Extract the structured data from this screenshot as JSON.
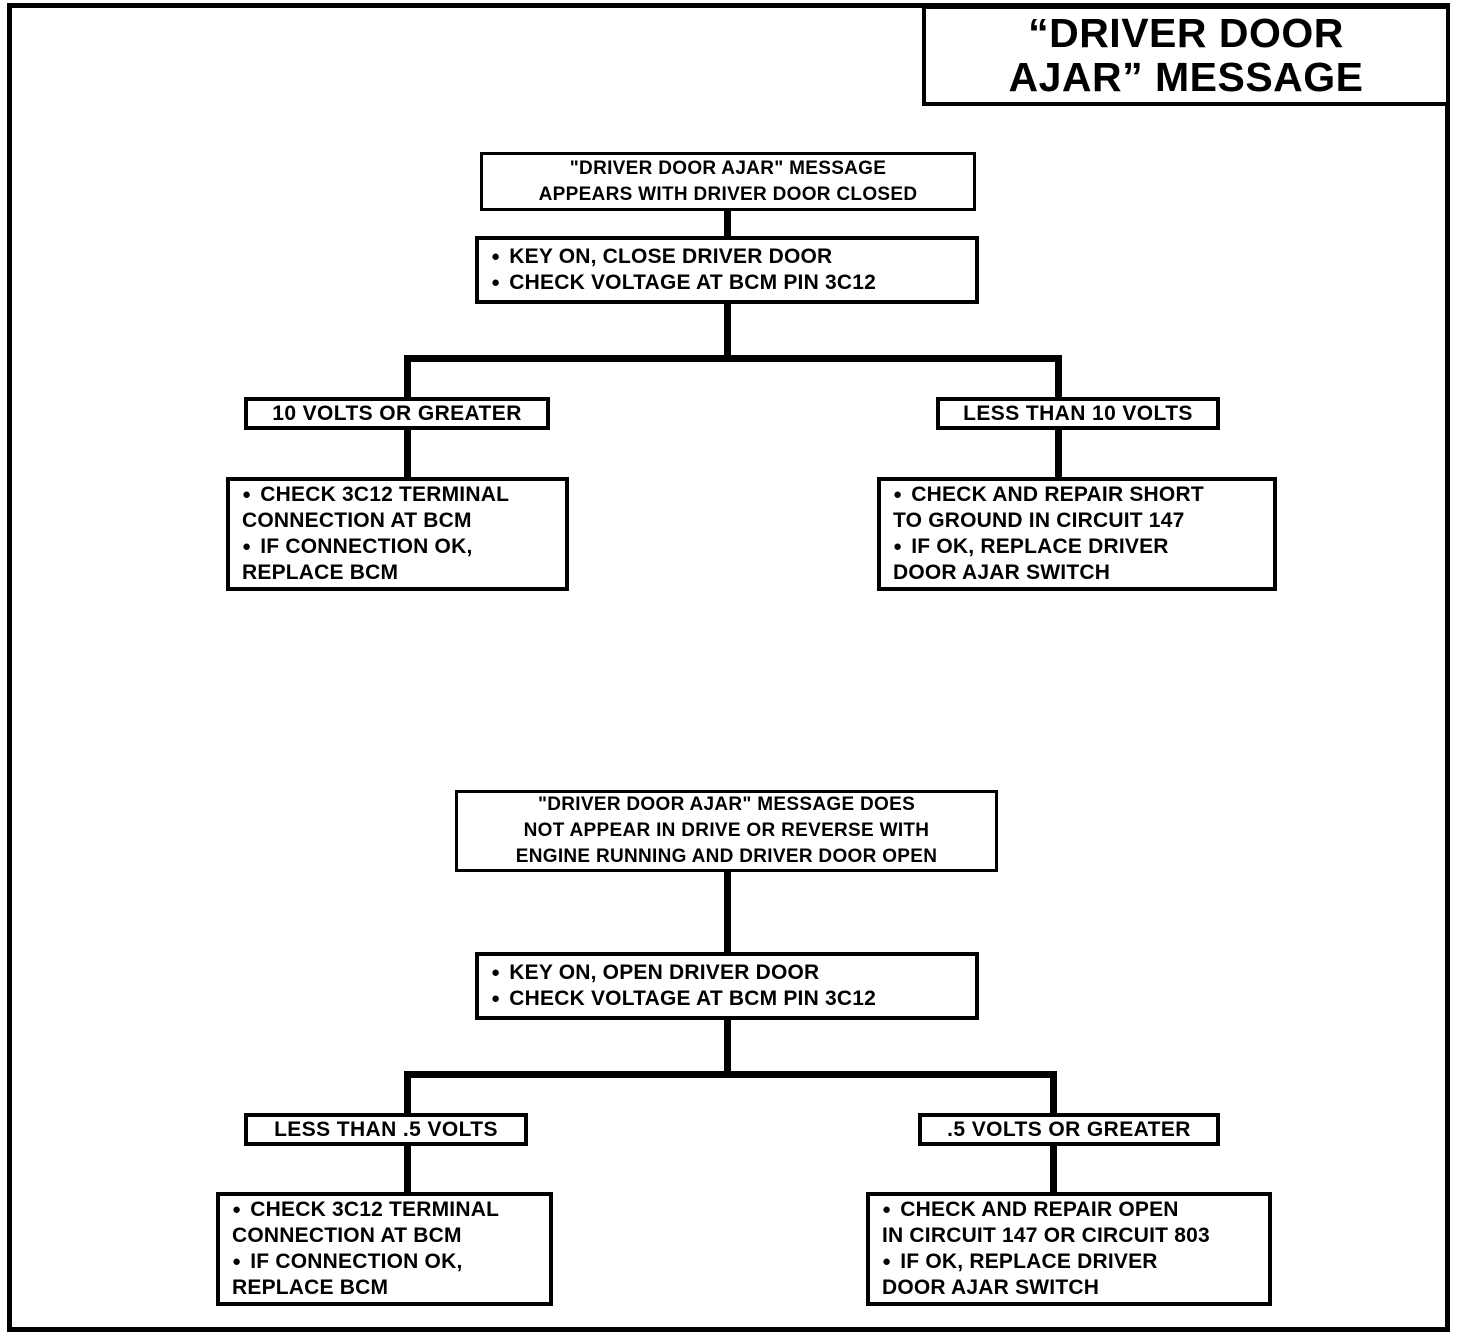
{
  "title": {
    "line1": "“DRIVER DOOR",
    "line2": "AJAR” MESSAGE"
  },
  "flow_top": {
    "symptom": {
      "line1": "\"DRIVER DOOR AJAR\" MESSAGE",
      "line2": "APPEARS WITH DRIVER DOOR CLOSED"
    },
    "test_step": {
      "line1": "KEY ON, CLOSE DRIVER DOOR",
      "line2": "CHECK VOLTAGE AT BCM PIN 3C12"
    },
    "branch_left": {
      "label": "10 VOLTS OR GREATER",
      "action": {
        "line1": "CHECK 3C12 TERMINAL",
        "line2": "CONNECTION AT BCM",
        "line3": "IF CONNECTION OK,",
        "line4": "REPLACE BCM"
      }
    },
    "branch_right": {
      "label": "LESS THAN 10 VOLTS",
      "action": {
        "line1": "CHECK AND REPAIR SHORT",
        "line2": "TO GROUND IN CIRCUIT 147",
        "line3": "IF OK, REPLACE DRIVER",
        "line4": "DOOR AJAR SWITCH"
      }
    }
  },
  "flow_bottom": {
    "symptom": {
      "line1": "\"DRIVER DOOR AJAR\" MESSAGE DOES",
      "line2": "NOT APPEAR IN DRIVE OR REVERSE WITH",
      "line3": "ENGINE RUNNING AND DRIVER DOOR OPEN"
    },
    "test_step": {
      "line1": "KEY ON, OPEN DRIVER DOOR",
      "line2": "CHECK VOLTAGE AT BCM PIN 3C12"
    },
    "branch_left": {
      "label": "LESS THAN .5 VOLTS",
      "action": {
        "line1": "CHECK 3C12 TERMINAL",
        "line2": "CONNECTION AT BCM",
        "line3": "IF CONNECTION OK,",
        "line4": "REPLACE BCM"
      }
    },
    "branch_right": {
      "label": ".5 VOLTS OR GREATER",
      "action": {
        "line1": "CHECK AND REPAIR OPEN",
        "line2": "IN CIRCUIT 147 OR CIRCUIT 803",
        "line3": "IF OK, REPLACE DRIVER",
        "line4": "DOOR AJAR SWITCH"
      }
    }
  },
  "colors": {
    "ink": "#000000",
    "paper": "#ffffff"
  }
}
